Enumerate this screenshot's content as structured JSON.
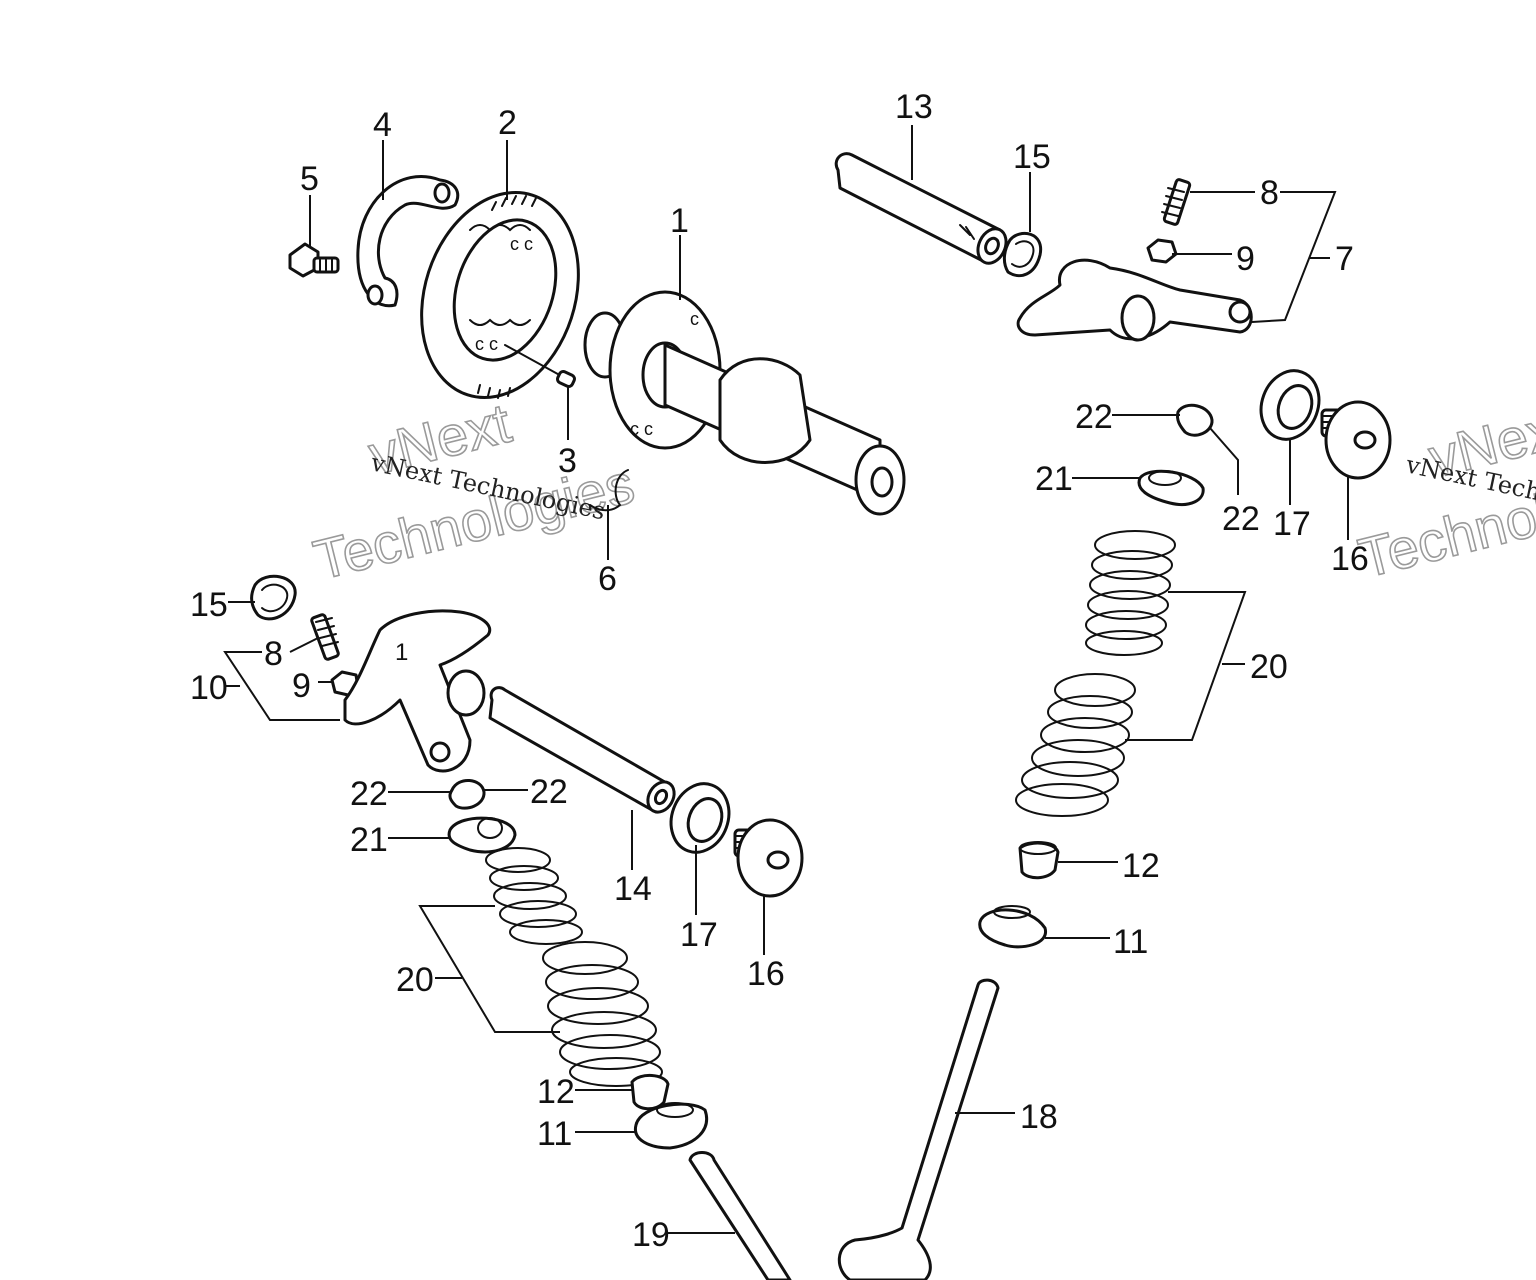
{
  "callouts": {
    "c1": "1",
    "c2": "2",
    "c3": "3",
    "c4": "4",
    "c5": "5",
    "c6": "6",
    "c7": "7",
    "c8a": "8",
    "c8b": "8",
    "c9a": "9",
    "c9b": "9",
    "c10": "10",
    "c11a": "11",
    "c11b": "11",
    "c12a": "12",
    "c12b": "12",
    "c13": "13",
    "c14": "14",
    "c15a": "15",
    "c15b": "15",
    "c16a": "16",
    "c16b": "16",
    "c17a": "17",
    "c17b": "17",
    "c18": "18",
    "c19": "19",
    "c20a": "20",
    "c20b": "20",
    "c21a": "21",
    "c21b": "21",
    "c22a": "22",
    "c22b": "22",
    "c22c": "22",
    "c22d": "22"
  },
  "watermark": {
    "line": "vNext Technologies",
    "big_line1": "vNext",
    "big_line2": "Technologies"
  }
}
